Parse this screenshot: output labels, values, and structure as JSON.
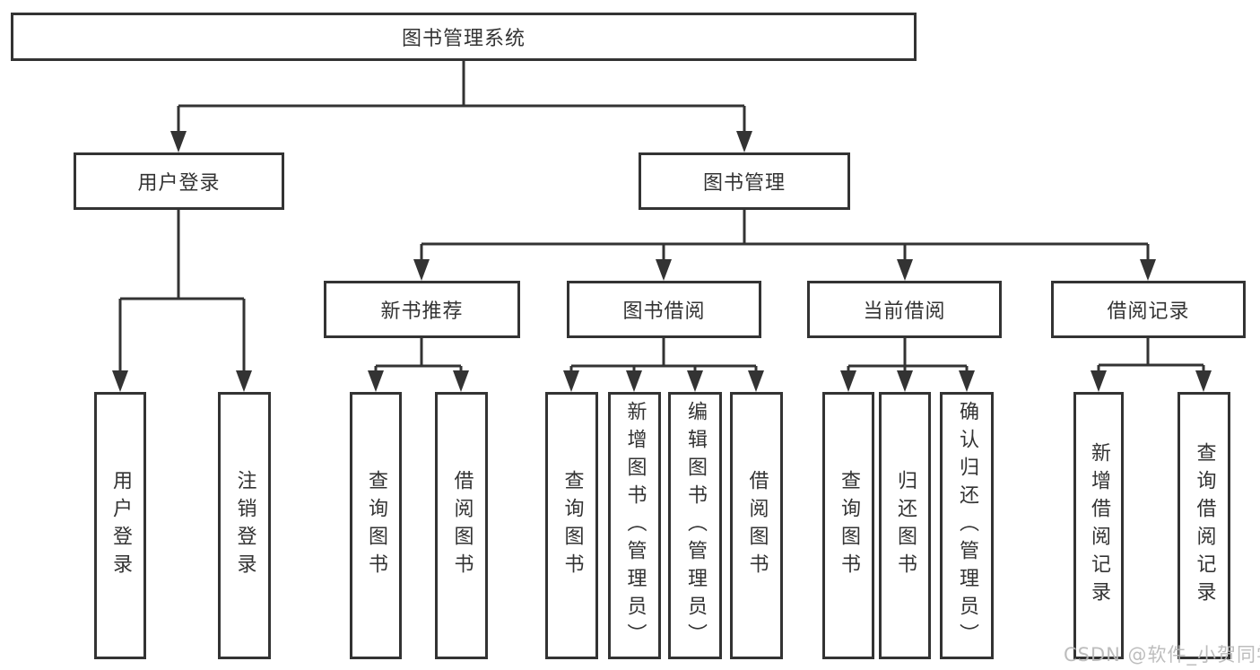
{
  "tree": {
    "label": "图书管理系统",
    "children": [
      {
        "label": "用户登录",
        "children": [
          {
            "label": "用户登录"
          },
          {
            "label": "注销登录"
          }
        ]
      },
      {
        "label": "图书管理",
        "children": [
          {
            "label": "新书推荐",
            "children": [
              {
                "label": "查询图书"
              },
              {
                "label": "借阅图书"
              }
            ]
          },
          {
            "label": "图书借阅",
            "children": [
              {
                "label": "查询图书"
              },
              {
                "label": "新增图书（管理员）"
              },
              {
                "label": "编辑图书（管理员）"
              },
              {
                "label": "借阅图书"
              }
            ]
          },
          {
            "label": "当前借阅",
            "children": [
              {
                "label": "查询图书"
              },
              {
                "label": "归还图书"
              },
              {
                "label": "确认归还（管理员）"
              }
            ]
          },
          {
            "label": "借阅记录",
            "children": [
              {
                "label": "新增借阅记录"
              },
              {
                "label": "查询借阅记录"
              }
            ]
          }
        ]
      }
    ]
  },
  "watermark": {
    "text": "CSDN @软件_小贺同学"
  },
  "colors": {
    "line": "#333333",
    "text": "#333333",
    "box_background": "#ffffff",
    "watermark": "#b8b8b8",
    "page_background": "#ffffff"
  }
}
